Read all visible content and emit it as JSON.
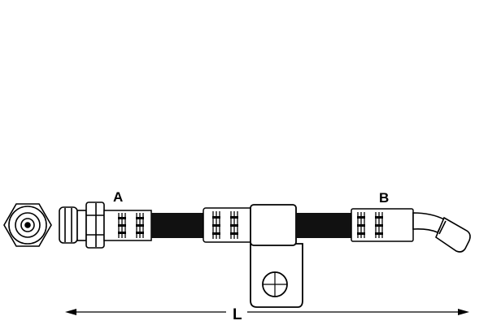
{
  "labels": {
    "end_a": "A",
    "end_b": "B",
    "length": "L"
  },
  "colors": {
    "line": "#000000",
    "hose": "#111111",
    "fitting": "#ffffff"
  }
}
